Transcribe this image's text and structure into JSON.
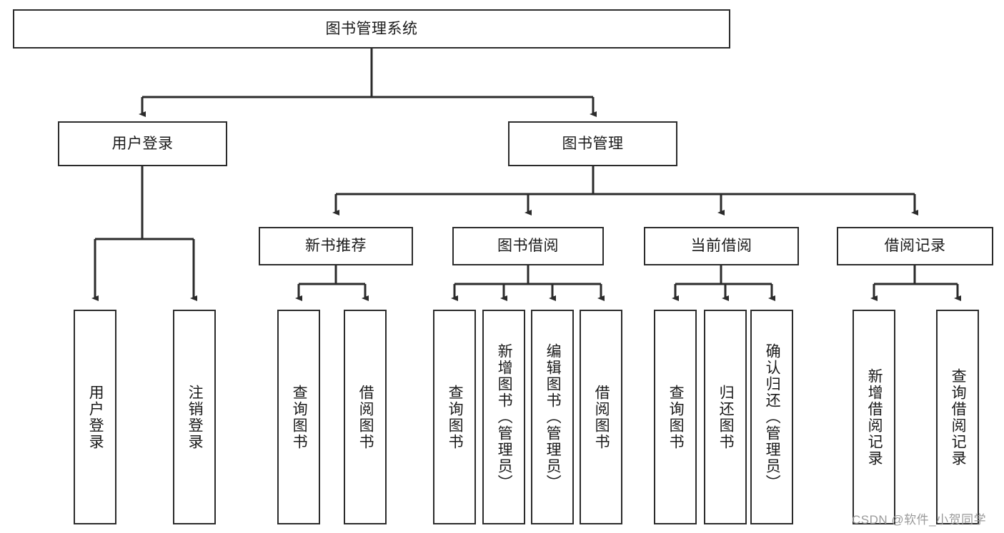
{
  "diagram": {
    "title": "图书管理系统",
    "type": "tree-hierarchy-diagram",
    "colors": {
      "stroke": "#2b2b2b",
      "fill": "#ffffff",
      "text": "#1a1a1a",
      "watermark": "#9a9a9a"
    },
    "root": {
      "label": "图书管理系统"
    },
    "level2": [
      {
        "label": "用户登录"
      },
      {
        "label": "图书管理"
      }
    ],
    "level3": [
      {
        "label": "新书推荐"
      },
      {
        "label": "图书借阅"
      },
      {
        "label": "当前借阅"
      },
      {
        "label": "借阅记录"
      }
    ],
    "leaves": {
      "user_login": [
        {
          "label": "用户登录"
        },
        {
          "label": "注销登录"
        }
      ],
      "new_book_recommend": [
        {
          "label": "查询图书"
        },
        {
          "label": "借阅图书"
        }
      ],
      "book_borrow": [
        {
          "label": "查询图书"
        },
        {
          "label": "新增图书（管理员）"
        },
        {
          "label": "编辑图书（管理员）"
        },
        {
          "label": "借阅图书"
        }
      ],
      "current_borrow": [
        {
          "label": "查询图书"
        },
        {
          "label": "归还图书"
        },
        {
          "label": "确认归还（管理员）"
        }
      ],
      "borrow_record": [
        {
          "label": "新增借阅记录"
        },
        {
          "label": "查询借阅记录"
        }
      ]
    }
  },
  "watermark": {
    "text": "CSDN @软件_小贺同学"
  }
}
